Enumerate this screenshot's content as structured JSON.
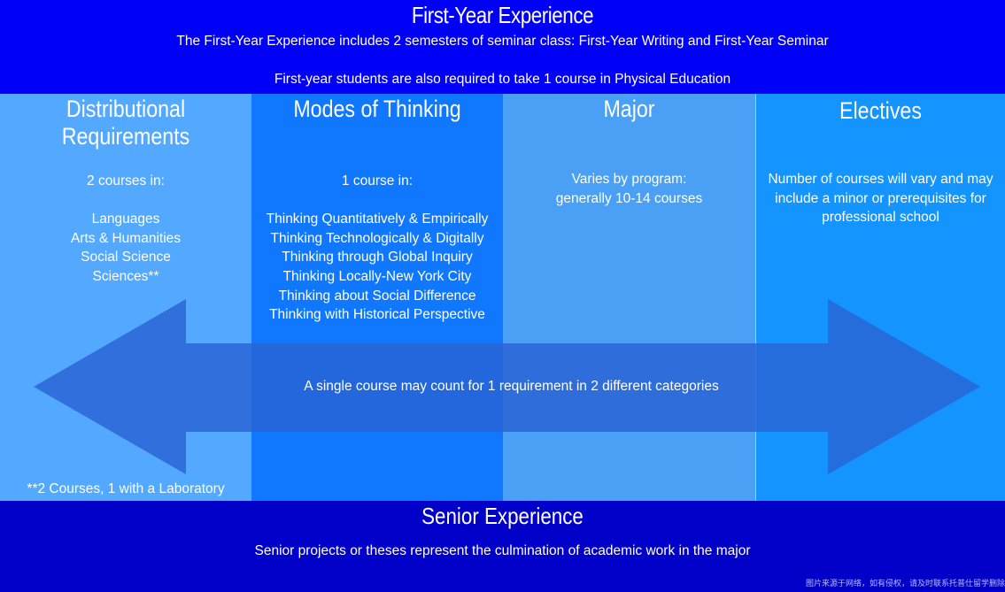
{
  "first_year": {
    "title": "First-Year Experience",
    "line1": "The First-Year Experience includes 2 semesters of seminar class: First-Year Writing and First-Year Seminar",
    "line2": "First-year students are also required to take 1 course in Physical Education"
  },
  "columns": [
    {
      "title": "Distributional Requirements",
      "intro": "2 courses in:",
      "items": [
        "Languages",
        "Arts & Humanities",
        "Social Science",
        "Sciences**"
      ],
      "footnote": "**2 Courses, 1 with a Laboratory"
    },
    {
      "title": "Modes of Thinking",
      "intro": "1 course in:",
      "items": [
        "Thinking Quantitatively & Empirically",
        "Thinking Technologically & Digitally",
        "Thinking through Global Inquiry",
        "Thinking Locally-New York City",
        "Thinking about Social Difference",
        "Thinking with Historical Perspective"
      ]
    },
    {
      "title": "Major",
      "lines": [
        "Varies by program:",
        "generally 10-14 courses"
      ]
    },
    {
      "title": "Electives",
      "text": "Number of courses will vary and may include a minor or prerequisites for professional school"
    }
  ],
  "arrow_text": "A single course may count for 1 requirement in 2 different categories",
  "senior": {
    "title": "Senior Experience",
    "line1": "Senior projects or theses represent the culmination of academic work in the major"
  },
  "watermark": "图片来源于网络，如有侵权，请及时联系托普仕留学删除",
  "colors": {
    "top_band": "#0000f8",
    "bottom_band": "#0000c8",
    "col_distributional": "#52a9ff",
    "col_modes": "#0f78ff",
    "col_major": "#4aa0f5",
    "col_electives": "#1494ff",
    "arrow": "#2a63d4"
  }
}
